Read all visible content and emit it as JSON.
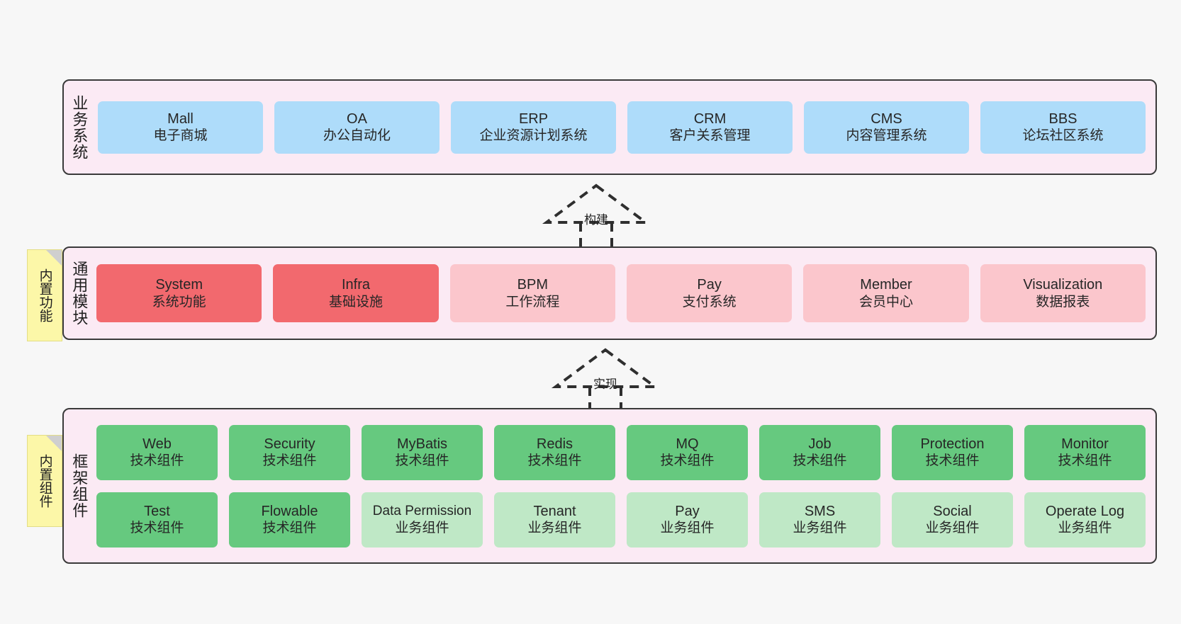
{
  "diagram": {
    "background_color": "#f7f7f7",
    "panel_color": "#fbeaf4",
    "panel_border_color": "#3a3a3a"
  },
  "bands": [
    {
      "id": "business",
      "title": "业务系统",
      "rows": [
        [
          {
            "name": "Mall",
            "desc": "电子商城",
            "style": "c-blue"
          },
          {
            "name": "OA",
            "desc": "办公自动化",
            "style": "c-blue"
          },
          {
            "name": "ERP",
            "desc": "企业资源计划系统",
            "style": "c-blue"
          },
          {
            "name": "CRM",
            "desc": "客户关系管理",
            "style": "c-blue"
          },
          {
            "name": "CMS",
            "desc": "内容管理系统",
            "style": "c-blue"
          },
          {
            "name": "BBS",
            "desc": "论坛社区系统",
            "style": "c-blue"
          }
        ]
      ]
    },
    {
      "id": "modules",
      "title": "通用模块",
      "rows": [
        [
          {
            "name": "System",
            "desc": "系统功能",
            "style": "c-red"
          },
          {
            "name": "Infra",
            "desc": "基础设施",
            "style": "c-red"
          },
          {
            "name": "BPM",
            "desc": "工作流程",
            "style": "c-pink"
          },
          {
            "name": "Pay",
            "desc": "支付系统",
            "style": "c-pink"
          },
          {
            "name": "Member",
            "desc": "会员中心",
            "style": "c-pink"
          },
          {
            "name": "Visualization",
            "desc": "数据报表",
            "style": "c-pink"
          }
        ]
      ]
    },
    {
      "id": "framework",
      "title": "框架组件",
      "rows": [
        [
          {
            "name": "Web",
            "desc": "技术组件",
            "style": "c-green"
          },
          {
            "name": "Security",
            "desc": "技术组件",
            "style": "c-green"
          },
          {
            "name": "MyBatis",
            "desc": "技术组件",
            "style": "c-green"
          },
          {
            "name": "Redis",
            "desc": "技术组件",
            "style": "c-green"
          },
          {
            "name": "MQ",
            "desc": "技术组件",
            "style": "c-green"
          },
          {
            "name": "Job",
            "desc": "技术组件",
            "style": "c-green"
          },
          {
            "name": "Protection",
            "desc": "技术组件",
            "style": "c-green"
          },
          {
            "name": "Monitor",
            "desc": "技术组件",
            "style": "c-green"
          }
        ],
        [
          {
            "name": "Test",
            "desc": "技术组件",
            "style": "c-green"
          },
          {
            "name": "Flowable",
            "desc": "技术组件",
            "style": "c-green"
          },
          {
            "name": "Data Permission",
            "desc": "业务组件",
            "style": "c-lgreen"
          },
          {
            "name": "Tenant",
            "desc": "业务组件",
            "style": "c-lgreen"
          },
          {
            "name": "Pay",
            "desc": "业务组件",
            "style": "c-lgreen"
          },
          {
            "name": "SMS",
            "desc": "业务组件",
            "style": "c-lgreen"
          },
          {
            "name": "Social",
            "desc": "业务组件",
            "style": "c-lgreen"
          },
          {
            "name": "Operate Log",
            "desc": "业务组件",
            "style": "c-lgreen"
          }
        ]
      ]
    }
  ],
  "notes": [
    {
      "id": "functions",
      "label": "内置功能",
      "color": "#fcf7a8"
    },
    {
      "id": "components",
      "label": "内置组件",
      "color": "#fcf7a8"
    }
  ],
  "connectors": [
    {
      "id": "build",
      "label": "构建",
      "style": "dashed-generalization-arrow-up"
    },
    {
      "id": "impl",
      "label": "实现",
      "style": "dashed-generalization-arrow-up"
    }
  ]
}
